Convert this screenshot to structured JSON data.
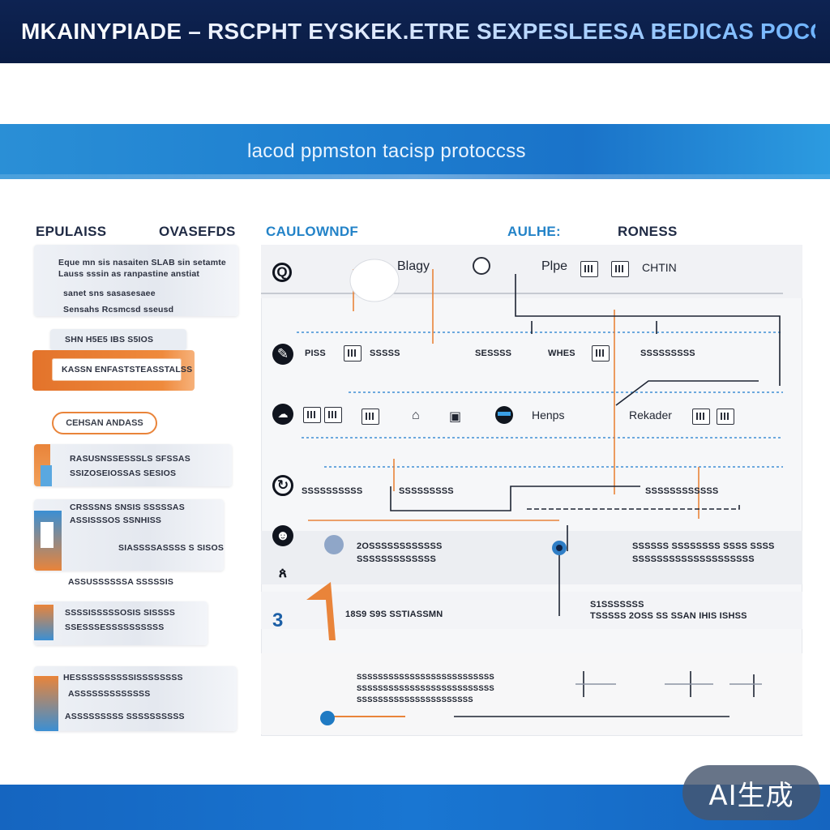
{
  "header": {
    "title": "MKAINYPIADE – RSCPHT EYSKEK.ETRE SEXPESLEESA BEDICAS POCOS"
  },
  "banner": {
    "title": "lacod ppmston tacisp protoccss"
  },
  "columns": {
    "left_a": "EPULAISS",
    "left_b": "OVASEFDS",
    "mid": "CAULOWNDF",
    "right_a": "AULHE:",
    "right_b": "RONESS"
  },
  "left_panel": {
    "items": [
      {
        "line1": "Eque mn sis nasaiten SLAB sin setamte",
        "line2": "Lauss sssin as ranpastine anstiat"
      },
      {
        "line1": "sanet sns sasasesaee",
        "line2": "Sensahs Rcsmcsd sseusd"
      },
      {
        "line1": "SHN H5E5 IBS S5IOS"
      },
      {
        "line1": "KASSN ENFASTSTEASSTALSS"
      },
      {
        "line1": "CEHSAN ANDASS"
      },
      {
        "line1": "RASUSNSSESSSLS SFSSAS",
        "line2": "SSIZOSEIOSSAS SESIOS"
      },
      {
        "line1": "CRSSSNS SNSIS SSSSSAS",
        "line2": "ASSISSSOS SSNHISS"
      },
      {
        "line1": "SIASSSSASSSS S SISOSS"
      },
      {
        "line1": "ASSUSSSSSSA SSSSSIS"
      },
      {
        "line1": "SSSSISSSSSOSIS SISSSS",
        "line2": "SSESSSESSSSSSSSSS"
      },
      {
        "line1": "HESSSSSSSSSSISSSSSSSS",
        "line2": "ASSSSSSSSSSSSS"
      },
      {
        "line1": "ASSSSSSSSS SSSSSSSSSS"
      }
    ]
  },
  "diagram": {
    "labels": {
      "n1": "Blagy",
      "n2": "Plpe",
      "n3": "CHTIN",
      "n4": "Henps",
      "n5": "Rekader"
    },
    "rows": [
      {
        "texts": [
          "PISS",
          "SSSSS",
          "SESSSS",
          "WHES",
          "SSSSSSSSS"
        ]
      },
      {
        "texts": [
          "SSSSSSSSSS",
          "SSSSSSSSS",
          "SSSSSSSSSSSS"
        ]
      },
      {
        "texts": [
          "2OSSSSSSSSSSSS",
          "SSSSSSSSSSSSS"
        ],
        "right": [
          "SSSSSS SSSSSSSS SSSS SSSS",
          "SSSSSSSSSSSSSSSSSSSS"
        ]
      },
      {
        "texts": [
          "18S9 S9S SSTIASSMN"
        ],
        "right": [
          "S1SSSSSSS",
          "TSSSSS 2OSS SS SSAN IHIS ISHSS"
        ]
      },
      {
        "texts": [
          "SSSSSSSSSSSSSSSSSSSSSSSSSS",
          "SSSSSSSSSSSSSSSSSSSSSSSSSS",
          "SSSSSSSSSSSSSSSSSSSSSS"
        ]
      }
    ],
    "step_number": "3"
  },
  "watermark": {
    "text": "AI生成"
  },
  "colors": {
    "navy": "#0e2352",
    "banner_blue": "#1e7fd0",
    "accent_orange": "#e9843a",
    "accent_blue": "#2383c8"
  }
}
